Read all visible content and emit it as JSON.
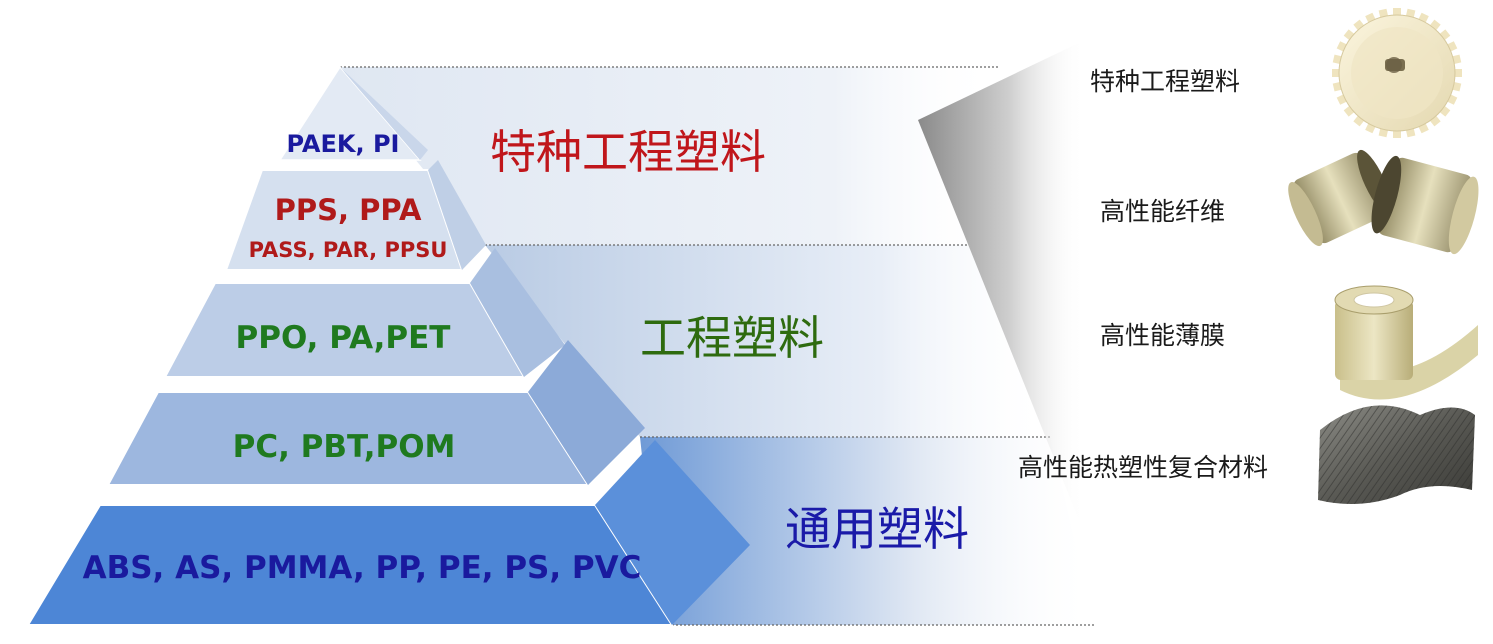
{
  "tiers": {
    "top": {
      "line1": "PAEK, PI",
      "color": "#1a1a9e"
    },
    "special": {
      "line1": "PPS, PPA",
      "line2": "PASS, PAR, PPSU",
      "color": "#b01a1a"
    },
    "eng_upper": {
      "line1": "PPO, PA,PET",
      "color": "#1f7a1f"
    },
    "eng_lower": {
      "line1": "PC, PBT,POM",
      "color": "#1f7a1f"
    },
    "general": {
      "line1": "ABS, AS, PMMA, PP, PE, PS, PVC",
      "color": "#1a1a9e"
    }
  },
  "categories": {
    "special": {
      "label": "特种工程塑料",
      "color": "#c0161b"
    },
    "engineering": {
      "label": "工程塑料",
      "color": "#2e6b0f"
    },
    "general": {
      "label": "通用塑料",
      "color": "#1a1aa8"
    }
  },
  "applications": {
    "items": [
      {
        "label": "特种工程塑料",
        "icon": "gear-icon"
      },
      {
        "label": "高性能纤维",
        "icon": "fiber-spools-icon"
      },
      {
        "label": "高性能薄膜",
        "icon": "film-roll-icon"
      },
      {
        "label": "高性能热塑性复合材料",
        "icon": "composite-sheet-icon"
      }
    ]
  }
}
